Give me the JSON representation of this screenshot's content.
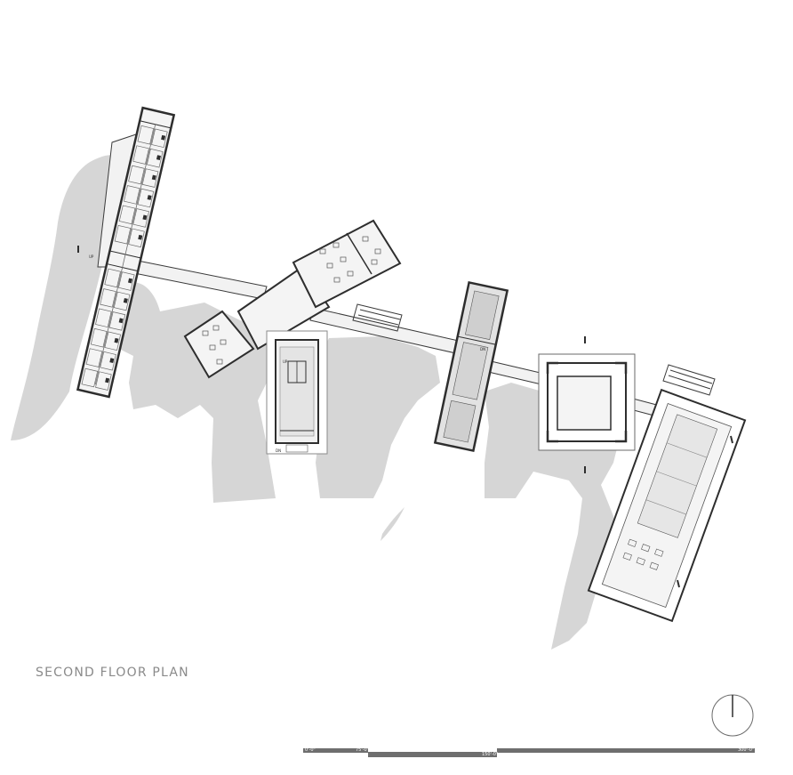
{
  "title": "SECOND FLOOR PLAN",
  "scale_bar": {
    "tick_0": "0'-0\"",
    "tick_75": "75'-0\"",
    "tick_150": "150'-0\"",
    "tick_300": "300'-0\""
  },
  "labels": {
    "up": "UP",
    "dn": "DN"
  },
  "colors": {
    "terrain": "#d6d6d6",
    "wall": "#2e2e2e",
    "floor": "#f4f4f4",
    "gray_floor": "#cfcfcf",
    "scale": "#6e6e6e"
  }
}
